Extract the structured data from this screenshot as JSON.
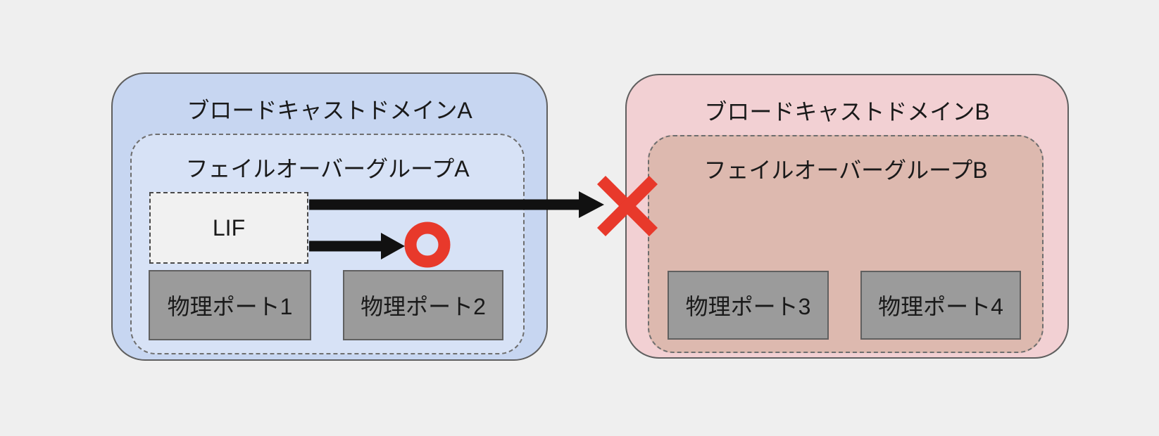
{
  "canvas": {
    "background_color": "#efefef"
  },
  "colors": {
    "domain_a_fill": "#c7d6f1",
    "failover_group_a_fill": "#d7e2f6",
    "domain_b_fill": "#f2d0d3",
    "failover_group_b_fill": "#ddb9af",
    "port_fill": "#9b9b9b",
    "lif_fill": "#f1f1f1",
    "arrow_color": "#111111",
    "status_red": "#e8392b",
    "solid_border": "#5f5f5f",
    "dashed_border": "#6e6e6e",
    "text_color": "#1a1a1a"
  },
  "icons": {
    "blocked_cross": "✕",
    "allowed_circle": "○"
  },
  "diagram": {
    "domain_a": {
      "title": "ブロードキャストドメインA",
      "failover_group": {
        "title": "フェイルオーバーグループA",
        "lif_label": "LIF",
        "ports": [
          "物理ポート1",
          "物理ポート2"
        ]
      }
    },
    "domain_b": {
      "title": "ブロードキャストドメインB",
      "failover_group": {
        "title": "フェイルオーバーグループB",
        "ports": [
          "物理ポート3",
          "物理ポート4"
        ]
      }
    }
  }
}
